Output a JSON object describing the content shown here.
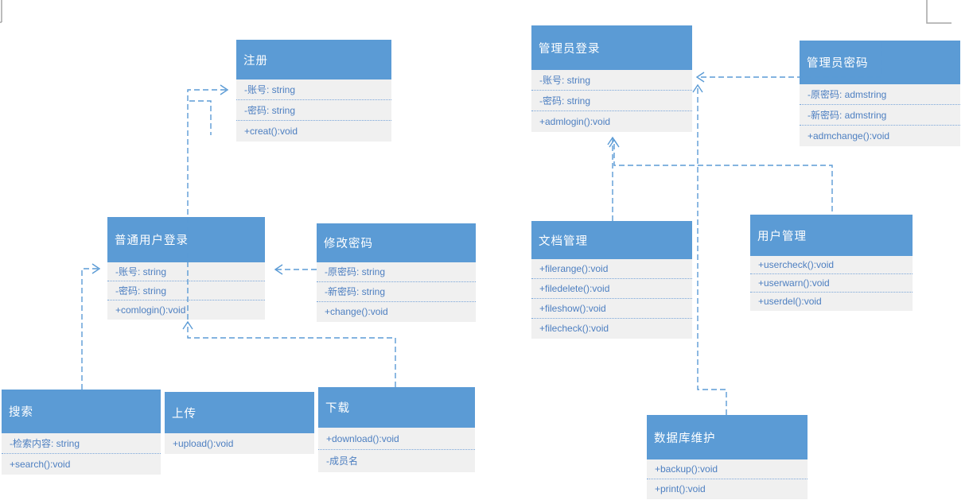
{
  "page": {
    "background": "#ffffff",
    "accent_blue": "#5b9bd5",
    "body_fill": "#f0f0f0",
    "text_blue": "#4d7fc1",
    "corner_mark_color": "#a6a6a6"
  },
  "classes": [
    {
      "id": "register",
      "title": "注册",
      "rows": [
        "-账号: string",
        "-密码: string",
        "+creat():void"
      ]
    },
    {
      "id": "admin-login",
      "title": "管理员登录",
      "rows": [
        "-账号: string",
        "-密码: string",
        "+admlogin():void"
      ]
    },
    {
      "id": "admin-password",
      "title": "管理员密码",
      "rows": [
        "-原密码: admstring",
        "-新密码: admstring",
        "+admchange():void"
      ]
    },
    {
      "id": "common-login",
      "title": "普通用户登录",
      "rows": [
        "-账号: string",
        "-密码: string",
        "+comlogin():void"
      ]
    },
    {
      "id": "change-password",
      "title": "修改密码",
      "rows": [
        "-原密码: string",
        "-新密码: string",
        "+change():void"
      ]
    },
    {
      "id": "doc-mgmt",
      "title": "文档管理",
      "rows": [
        "+filerange():void",
        "+filedelete():void",
        "+fileshow():void",
        "+filecheck():void"
      ]
    },
    {
      "id": "user-mgmt",
      "title": "用户管理",
      "rows": [
        "+usercheck():void",
        "+userwarn():void",
        "+userdel():void"
      ]
    },
    {
      "id": "search",
      "title": "搜索",
      "rows": [
        "-检索内容: string",
        "+search():void"
      ]
    },
    {
      "id": "upload",
      "title": "上传",
      "rows": [
        "+upload():void"
      ]
    },
    {
      "id": "download",
      "title": "下载",
      "rows": [
        "+download():void",
        "-成员名"
      ]
    },
    {
      "id": "db-maint",
      "title": "数据库维护",
      "rows": [
        "+backup():void",
        "+print():void"
      ]
    }
  ],
  "connectors": [
    {
      "from": "common-login",
      "to": "register",
      "style": "dashed-open-arrow"
    },
    {
      "from": "change-password",
      "to": "common-login",
      "style": "dashed-open-arrow"
    },
    {
      "from": "search",
      "to": "common-login",
      "style": "dashed-open-arrow"
    },
    {
      "from": "download",
      "to": "common-login",
      "style": "dashed-open-arrow"
    },
    {
      "from": "admin-password",
      "to": "admin-login",
      "style": "dashed-open-arrow"
    },
    {
      "from": "db-maint",
      "to": "admin-login",
      "style": "dashed-open-arrow"
    },
    {
      "from": "doc-mgmt",
      "to": "admin-login",
      "style": "dashed-open-arrow"
    },
    {
      "from": "user-mgmt",
      "to": "admin-login",
      "style": "dashed-open-arrow"
    },
    {
      "from": "dangling-stub",
      "to": "",
      "style": "dashed"
    }
  ]
}
